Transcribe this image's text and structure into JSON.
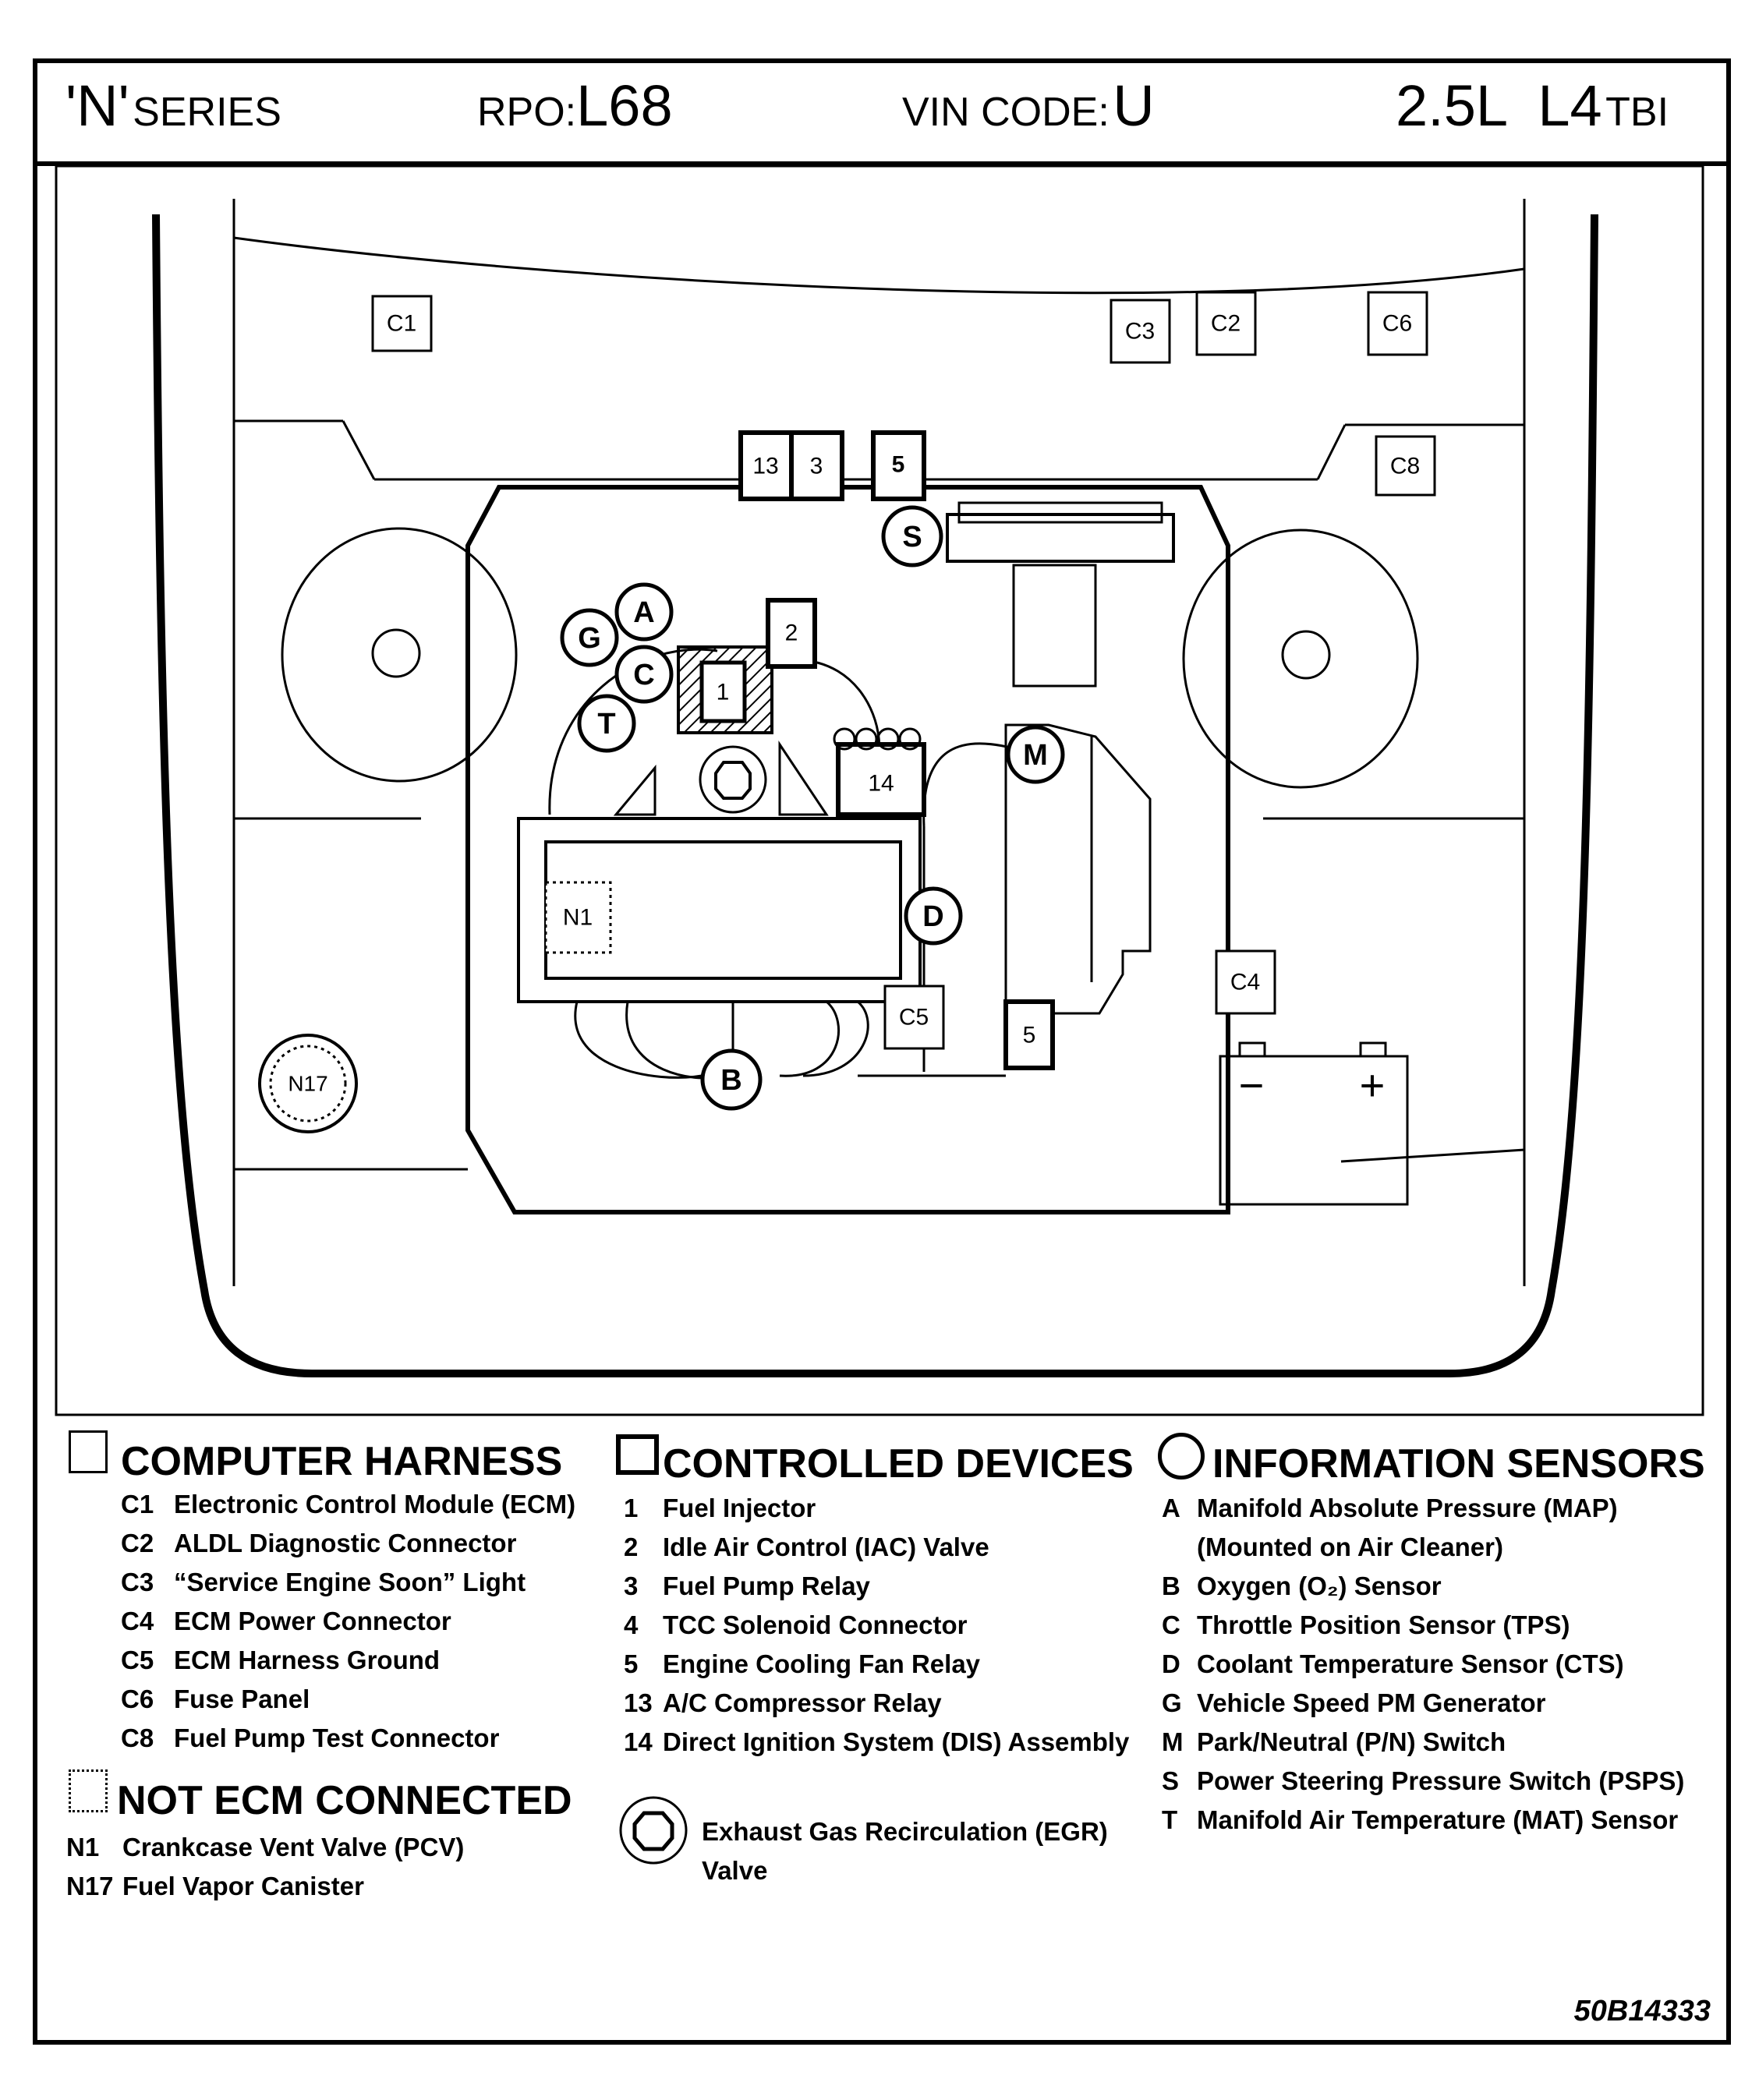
{
  "header": {
    "series_prefix": "'N'",
    "series_suffix": "SERIES",
    "rpo_label": "RPO:",
    "rpo_value": "L68",
    "vin_label": "VIN CODE:",
    "vin_value": "U",
    "engine_main": "2.5L  L4",
    "engine_suffix": "TBI"
  },
  "diagram_labels": {
    "C1": "C1",
    "C2": "C2",
    "C3": "C3",
    "C4": "C4",
    "C5": "C5",
    "C6": "C6",
    "C8": "C8",
    "N1": "N1",
    "N17": "N17",
    "d1": "1",
    "d2": "2",
    "d3": "3",
    "d5a": "5",
    "d5b": "5",
    "d13": "13",
    "d14": "14",
    "sA": "A",
    "sB": "B",
    "sC": "C",
    "sD": "D",
    "sG": "G",
    "sM": "M",
    "sS": "S",
    "sT": "T",
    "batt_minus": "−",
    "batt_plus": "+"
  },
  "legend": {
    "computer_harness": {
      "title": "COMPUTER HARNESS",
      "items": [
        {
          "code": "C1",
          "label": "Electronic Control Module (ECM)"
        },
        {
          "code": "C2",
          "label": "ALDL Diagnostic Connector"
        },
        {
          "code": "C3",
          "label": "“Service Engine Soon” Light"
        },
        {
          "code": "C4",
          "label": "ECM Power Connector"
        },
        {
          "code": "C5",
          "label": "ECM Harness Ground"
        },
        {
          "code": "C6",
          "label": "Fuse Panel"
        },
        {
          "code": "C8",
          "label": "Fuel Pump Test Connector"
        }
      ]
    },
    "not_ecm": {
      "title": "NOT ECM CONNECTED",
      "items": [
        {
          "code": "N1",
          "label": "Crankcase Vent Valve (PCV)"
        },
        {
          "code": "N17",
          "label": "Fuel  Vapor Canister"
        }
      ]
    },
    "controlled_devices": {
      "title": "CONTROLLED DEVICES",
      "items": [
        {
          "code": "1",
          "label": "Fuel Injector"
        },
        {
          "code": "2",
          "label": "Idle Air Control (IAC) Valve"
        },
        {
          "code": "3",
          "label": "Fuel Pump Relay"
        },
        {
          "code": "4",
          "label": "TCC  Solenoid  Connector"
        },
        {
          "code": "5",
          "label": "Engine Cooling Fan Relay"
        },
        {
          "code": "13",
          "label": "A/C Compressor Relay"
        },
        {
          "code": "14",
          "label": "Direct Ignition System (DIS) Assembly"
        }
      ]
    },
    "egr": {
      "line1": "Exhaust Gas Recirculation (EGR)",
      "line2": "Valve"
    },
    "information_sensors": {
      "title": "INFORMATION SENSORS",
      "items": [
        {
          "code": "A",
          "label": "Manifold Absolute Pressure  (MAP)"
        },
        {
          "code": "",
          "label": "(Mounted on Air Cleaner)"
        },
        {
          "code": "B",
          "label": "Oxygen (O₂) Sensor"
        },
        {
          "code": "C",
          "label": "Throttle Position Sensor (TPS)"
        },
        {
          "code": "D",
          "label": "Coolant Temperature Sensor (CTS)"
        },
        {
          "code": "G",
          "label": "Vehicle Speed PM Generator"
        },
        {
          "code": "M",
          "label": "Park/Neutral (P/N) Switch"
        },
        {
          "code": "S",
          "label": "Power Steering Pressure Switch (PSPS)"
        },
        {
          "code": "T",
          "label": "Manifold Air Temperature (MAT) Sensor"
        }
      ]
    }
  },
  "reference": "50B14333"
}
